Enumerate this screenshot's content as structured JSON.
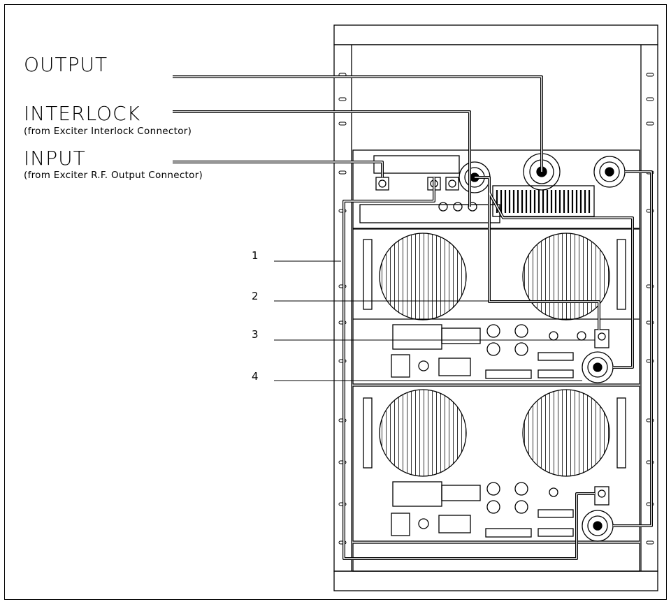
{
  "labels": {
    "output": "OUTPUT",
    "interlock": "INTERLOCK",
    "interlock_note": "(from Exciter Interlock Connector)",
    "input": "INPUT",
    "input_note": "(from Exciter R.F. Output Connector)"
  },
  "callouts": [
    "1",
    "2",
    "3",
    "4"
  ],
  "colors": {
    "line": "#000000",
    "background": "#ffffff"
  }
}
